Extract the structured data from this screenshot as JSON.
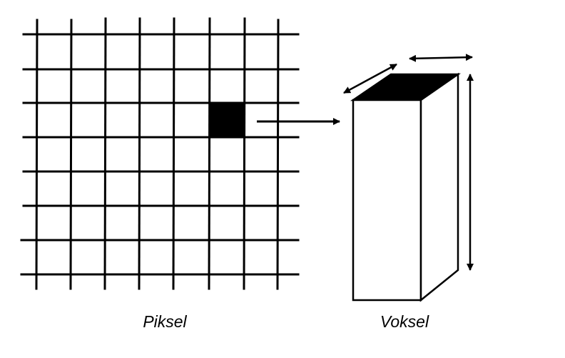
{
  "labels": {
    "left": "Piksel",
    "right": "Voksel"
  },
  "grid": {
    "columns": 8,
    "rows": 8,
    "highlighted_cell": {
      "column": 6,
      "row": 3
    }
  },
  "colors": {
    "ink": "#000000",
    "paper": "#ffffff"
  },
  "icons": {
    "pixel_to_voxel": "arrow-right-icon",
    "depth": "double-arrow-icon",
    "width": "double-arrow-icon",
    "height": "double-arrow-icon"
  }
}
